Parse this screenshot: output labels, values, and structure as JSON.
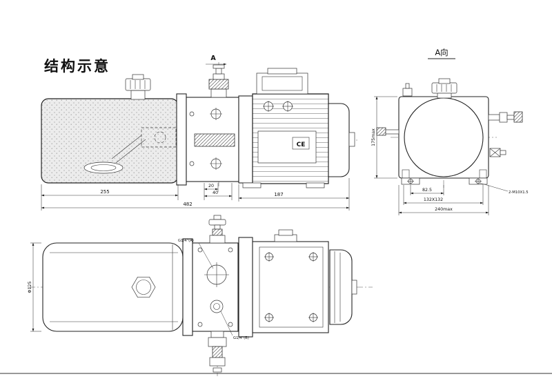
{
  "title": "结构示意",
  "side_view": {
    "section_arrow": "A",
    "ce_mark": "CE",
    "dim_tank_length": "255",
    "dim_overall": "482",
    "dim_20": "20",
    "dim_40": "40",
    "dim_motor": "187"
  },
  "end_view": {
    "label": "A向",
    "dim_height": "175max",
    "dim_825": "82.5",
    "dim_bolt_pattern": "132X132",
    "dim_width": "240max",
    "thread_note": "2-M10X1.5"
  },
  "top_view": {
    "dim_diameter": "Φ125",
    "port_a": "G1/4\"(A)",
    "port_b": "G1/4\"(B)"
  }
}
